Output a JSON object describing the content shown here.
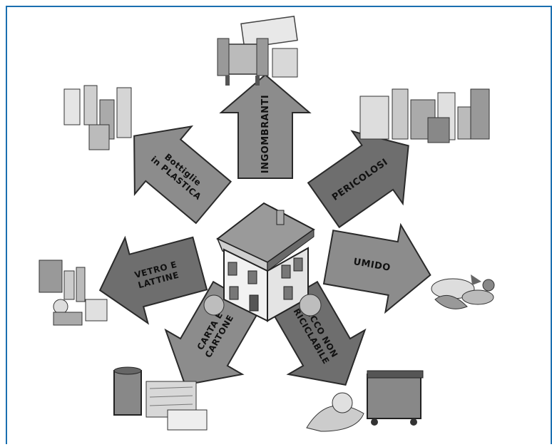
{
  "diagram": {
    "center": {
      "icon": "house-icon"
    },
    "categories": [
      {
        "id": "ingombranti",
        "lines": [
          "INGOMBRANTI"
        ],
        "icon": "furniture-icon"
      },
      {
        "id": "pericolosi",
        "lines": [
          "PERICOLOSI"
        ],
        "icon": "hazardous-bottles-icon"
      },
      {
        "id": "umido",
        "lines": [
          "UMIDO"
        ],
        "icon": "organic-waste-icon"
      },
      {
        "id": "secco",
        "lines": [
          "SECCO NON",
          "RICICLABILE"
        ],
        "icon": "waste-container-icon"
      },
      {
        "id": "carta",
        "lines": [
          "CARTA E",
          "CARTONE"
        ],
        "icon": "paper-bin-icon"
      },
      {
        "id": "vetro",
        "lines": [
          "VETRO E",
          "LATTINE"
        ],
        "icon": "glass-cans-icon"
      },
      {
        "id": "plastica",
        "lines": [
          "Bottiglie",
          "in PLASTICA"
        ],
        "icon": "plastic-bottles-icon"
      }
    ]
  },
  "colors": {
    "border": "#1a6fb0",
    "arrow_fill": "#8c8c8c",
    "arrow_fill_dark": "#6e6e6e",
    "arrow_stroke": "#2a2a2a"
  }
}
